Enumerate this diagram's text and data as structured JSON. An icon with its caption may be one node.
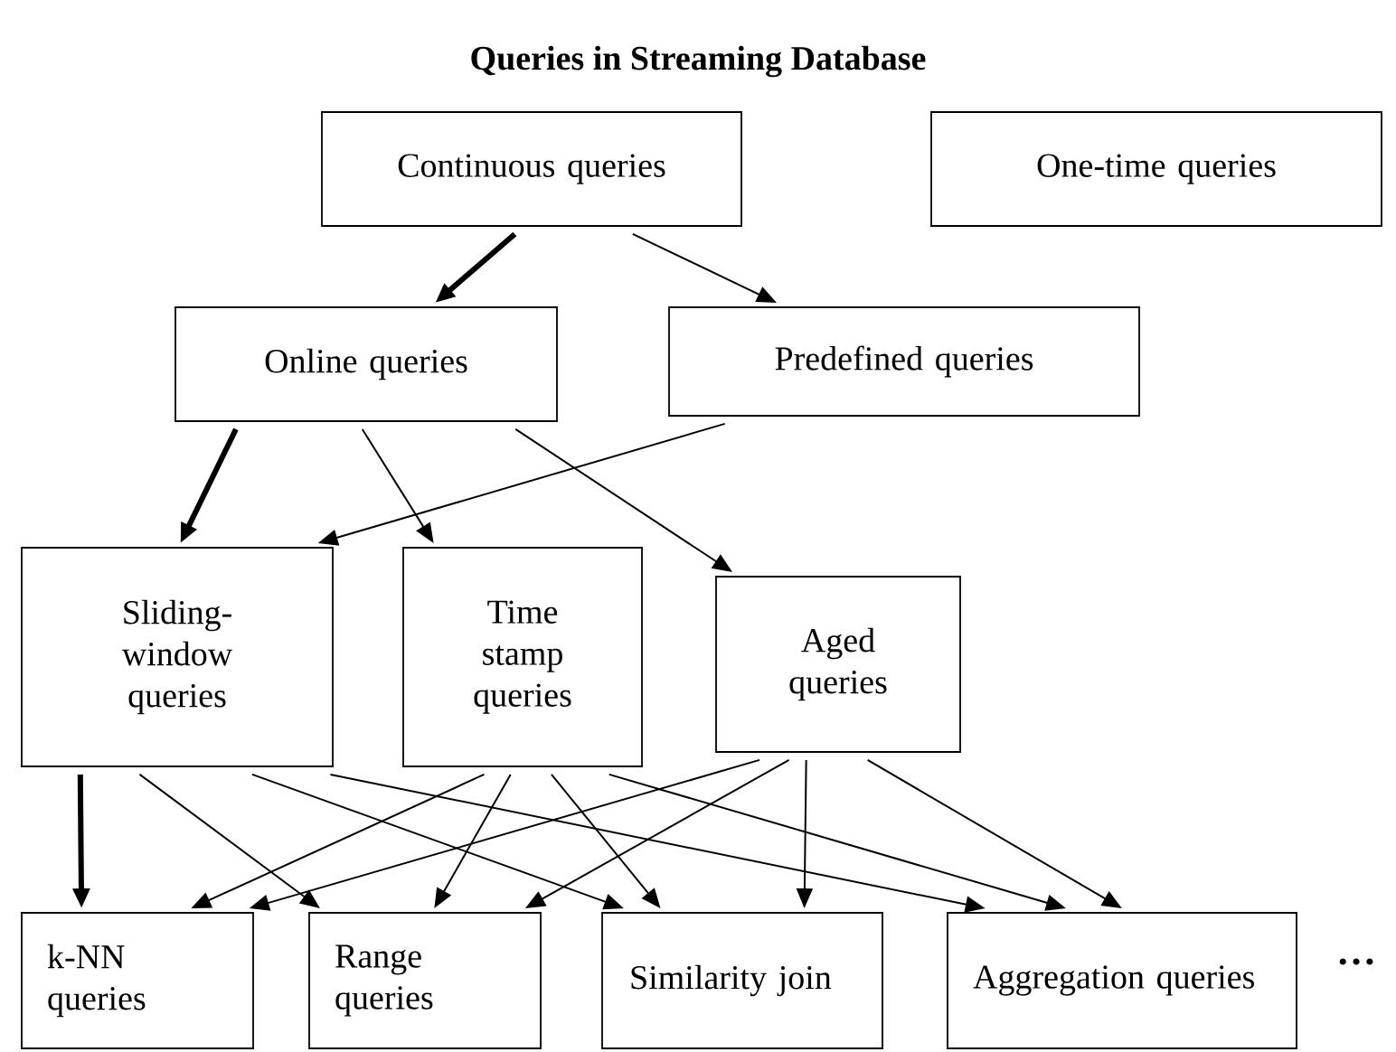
{
  "diagram": {
    "title": "Queries in Streaming Database",
    "nodes": [
      {
        "text": [
          "Continuous queries"
        ]
      },
      {
        "text": [
          "One-time queries"
        ]
      },
      {
        "text": [
          "Online queries"
        ]
      },
      {
        "text": [
          "Predefined queries"
        ]
      },
      {
        "text": [
          "Sliding-window queries"
        ]
      },
      {
        "text": [
          "Time stamp queries"
        ]
      },
      {
        "text": [
          "Aged queries"
        ]
      },
      {
        "text": [
          "k-NN queries"
        ]
      },
      {
        "text": [
          "Range queries"
        ]
      },
      {
        "text": [
          "Similarity join"
        ]
      },
      {
        "text": [
          "Aggregation queries"
        ]
      }
    ],
    "edges": [
      {
        "from": 0,
        "to": 2,
        "arrow": "to",
        "style": "thick"
      },
      {
        "from": 0,
        "to": 3,
        "arrow": "to"
      },
      {
        "from": 2,
        "to": 4,
        "arrow": "to",
        "style": "thick"
      },
      {
        "from": 2,
        "to": 5,
        "arrow": "to"
      },
      {
        "from": 2,
        "to": 6,
        "arrow": "to"
      },
      {
        "from": 3,
        "to": 4,
        "arrow": "to"
      },
      {
        "from": 4,
        "to": 7,
        "arrow": "to",
        "style": "thick"
      },
      {
        "from": 4,
        "to": 8,
        "arrow": "to"
      },
      {
        "from": 4,
        "to": 9,
        "arrow": "to"
      },
      {
        "from": 4,
        "to": 10,
        "arrow": "to"
      },
      {
        "from": 5,
        "to": 7,
        "arrow": "to"
      },
      {
        "from": 5,
        "to": 8,
        "arrow": "to"
      },
      {
        "from": 5,
        "to": 9,
        "arrow": "to"
      },
      {
        "from": 5,
        "to": 10,
        "arrow": "to"
      },
      {
        "from": 6,
        "to": 7,
        "arrow": "to"
      },
      {
        "from": 6,
        "to": 8,
        "arrow": "to"
      },
      {
        "from": 6,
        "to": 9,
        "arrow": "to"
      },
      {
        "from": 6,
        "to": 10,
        "arrow": "to"
      }
    ],
    "labels": [
      "…"
    ]
  }
}
